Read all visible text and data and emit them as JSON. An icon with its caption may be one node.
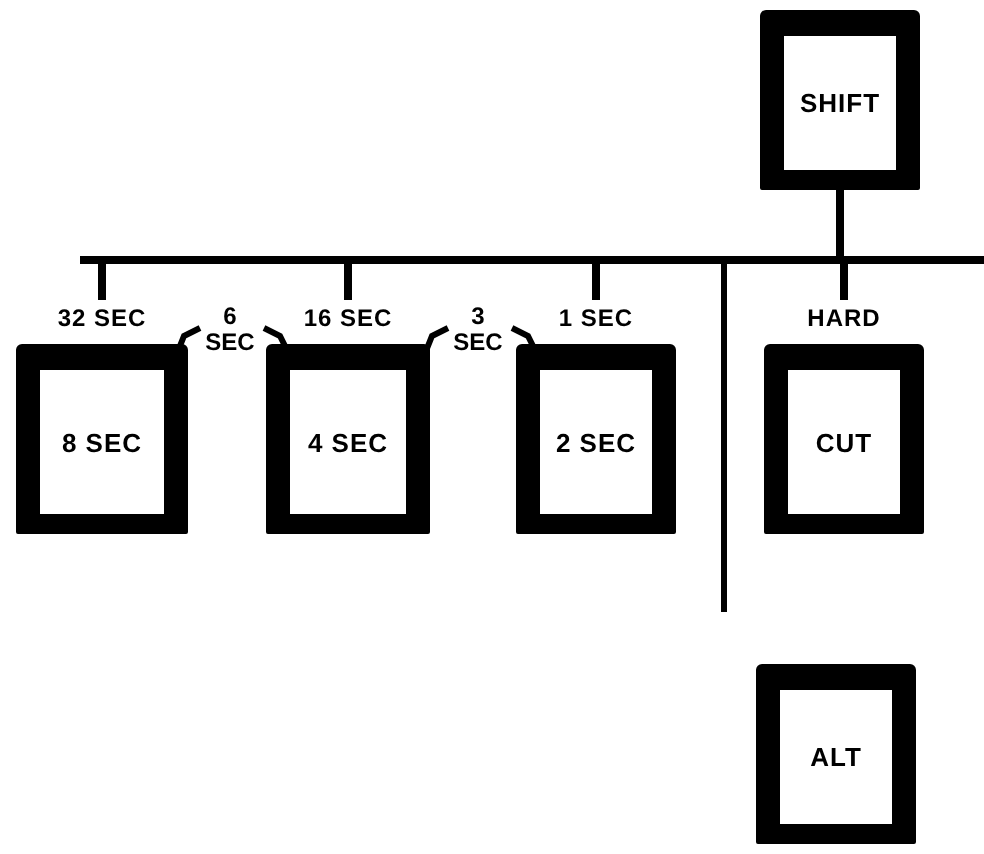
{
  "diagram": {
    "nodes": [
      {
        "text": [
          "SHIFT"
        ]
      },
      {
        "text": [
          "8 SEC"
        ],
        "beside": [
          "32 SEC"
        ]
      },
      {
        "text": [
          "4 SEC"
        ],
        "beside": [
          "16 SEC"
        ]
      },
      {
        "text": [
          "2 SEC"
        ],
        "beside": [
          "1 SEC"
        ]
      },
      {
        "text": [
          "CUT"
        ],
        "beside": [
          "HARD"
        ]
      },
      {
        "text": [
          "ALT"
        ]
      }
    ],
    "edges": [
      {
        "from": 0,
        "to": 1,
        "arrow": "none"
      },
      {
        "from": 0,
        "to": 2,
        "arrow": "none"
      },
      {
        "from": 0,
        "to": 3,
        "arrow": "none"
      },
      {
        "from": 0,
        "to": 4,
        "arrow": "none"
      }
    ],
    "labels": [
      "6 SEC",
      "3 SEC"
    ]
  }
}
